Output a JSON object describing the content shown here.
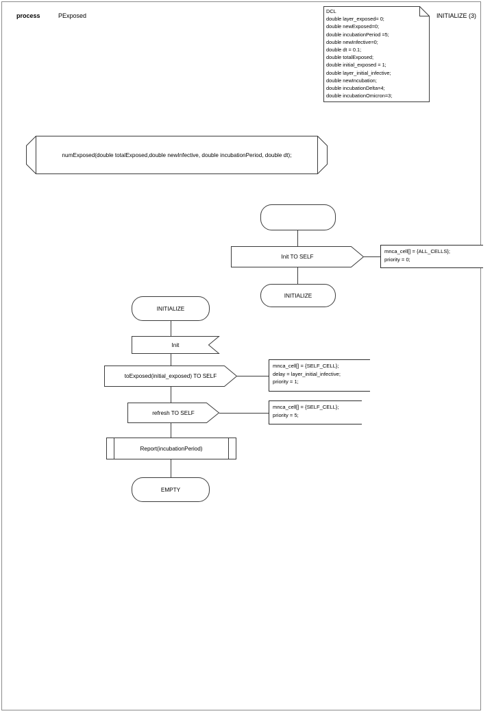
{
  "page": {
    "header": {
      "keyword": "process",
      "name": "PExposed"
    },
    "top_right_label": "INITIALIZE (3)"
  },
  "dcl_note": {
    "title": "DCL",
    "declarations": [
      "double layer_exposed= 0;",
      "double newExposed=0;",
      "double incubationPeriod =5;",
      "double newInfective=0;",
      "double dt = 0.1;",
      "double totalExposed;",
      "double initial_exposed = 1;",
      "double layer_initial_infective;",
      "double newIncubation;",
      "double incubationDelta=4;",
      "double incubationOmicron=3;"
    ],
    "full_text": "DCL\ndouble layer_exposed= 0;\ndouble newExposed=0;\ndouble incubationPeriod =5;\ndouble newInfective=0;\ndouble dt = 0.1;\ndouble totalExposed;\ndouble initial_exposed = 1;\ndouble layer_initial_infective;\ndouble newIncubation;\ndouble incubationDelta=4;\ndouble incubationOmicron=3;"
  },
  "procedure_box": {
    "label": "numExposed(double totalExposed,double newInfective, double incubationPeriod, double dt);"
  },
  "flow_top": {
    "start_oval": "",
    "send_node": "Init TO SELF",
    "end_state": "INITIALIZE",
    "annotation": "mnca_cell[] = {ALL_CELLS};\npriority = 0;"
  },
  "flow_main": {
    "state": "INITIALIZE",
    "receive_node": "Init",
    "send_to_exposed": "toExposed(initial_exposed) TO SELF",
    "annotation_to_exposed": "mnca_cell[] = {SELF_CELL};\ndelay = layer_initial_infective;\npriority = 1;",
    "send_refresh": "refresh TO SELF",
    "annotation_refresh": "mnca_cell[] = {SELF_CELL};\npriority = 5;",
    "predefined_process": "Report(incubationPeriod)",
    "end_state": "EMPTY"
  },
  "colors": {
    "border": "#8a8a8a",
    "shape_stroke": "#3a3a3a",
    "annot_stroke": "#2a2a2a",
    "text": "#000000",
    "background": "#ffffff"
  }
}
